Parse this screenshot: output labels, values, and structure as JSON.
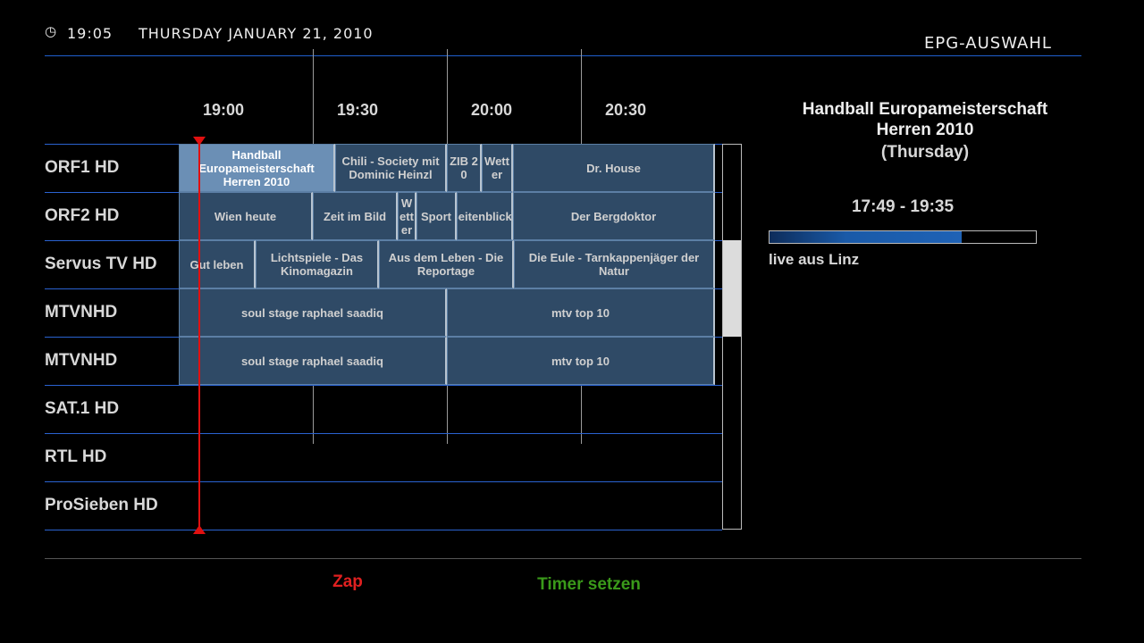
{
  "header": {
    "clock_icon": "clock-icon",
    "time": "19:05",
    "date": "THURSDAY JANUARY 21, 2010",
    "title": "EPG-AUSWAHL"
  },
  "timeline": [
    "19:00",
    "19:30",
    "20:00",
    "20:30"
  ],
  "channels": [
    {
      "name": "ORF1 HD",
      "events": [
        {
          "title": "Handball Europameisterschaft Herren 2010",
          "selected": true
        },
        {
          "title": "Chili - Society mit Dominic Heinzl"
        },
        {
          "title": "ZIB 20"
        },
        {
          "title": "Wetter"
        },
        {
          "title": "Dr. House"
        }
      ]
    },
    {
      "name": "ORF2 HD",
      "events": [
        {
          "title": "Wien heute"
        },
        {
          "title": "Zeit im Bild"
        },
        {
          "title": "Wetter"
        },
        {
          "title": "Sport"
        },
        {
          "title": "Seitenblicke"
        },
        {
          "title": "Der Bergdoktor"
        }
      ]
    },
    {
      "name": "Servus TV HD",
      "events": [
        {
          "title": "Gut leben"
        },
        {
          "title": "Lichtspiele - Das Kinomagazin"
        },
        {
          "title": "Aus dem Leben - Die Reportage"
        },
        {
          "title": "Die Eule - Tarnkappenjäger der Natur"
        }
      ]
    },
    {
      "name": "MTVNHD",
      "events": [
        {
          "title": "soul stage raphael saadiq"
        },
        {
          "title": "mtv top 10"
        }
      ]
    },
    {
      "name": "MTVNHD",
      "events": [
        {
          "title": "soul stage raphael saadiq"
        },
        {
          "title": "mtv top 10"
        }
      ]
    },
    {
      "name": "SAT.1 HD",
      "events": []
    },
    {
      "name": "RTL HD",
      "events": []
    },
    {
      "name": "ProSieben HD",
      "events": []
    }
  ],
  "details": {
    "title": "Handball Europameisterschaft Herren 2010",
    "day": "(Thursday)",
    "time_range": "17:49 - 19:35",
    "progress_percent": 72,
    "description": "live aus Linz"
  },
  "footer": {
    "red_label": "Zap",
    "green_label": "Timer setzen",
    "red_color": "#e02020",
    "green_color": "#3a9a1a"
  }
}
